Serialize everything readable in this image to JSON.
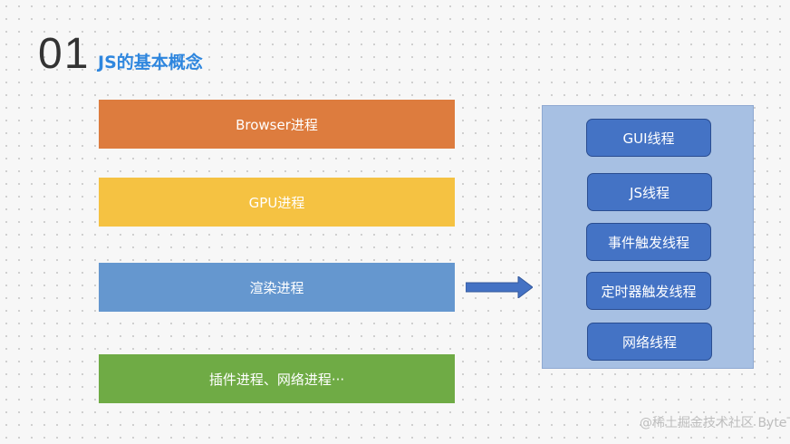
{
  "section": {
    "number": "01",
    "title": "JS的基本概念"
  },
  "processes": [
    {
      "label": "Browser进程",
      "color": "#dd7c3e"
    },
    {
      "label": "GPU进程",
      "color": "#f5c242"
    },
    {
      "label": "渲染进程",
      "color": "#6597cf"
    },
    {
      "label": "插件进程、网络进程···",
      "color": "#6fab45"
    }
  ],
  "threads": [
    {
      "label": "GUI线程"
    },
    {
      "label": "JS线程"
    },
    {
      "label": "事件触发线程"
    },
    {
      "label": "定时器触发线程"
    },
    {
      "label": "网络线程"
    }
  ],
  "colors": {
    "thread_box": "#4473c5",
    "panel": "#a7c0e3",
    "arrow": "#4472c4",
    "title": "#2e86de"
  },
  "watermark": "@稀土掘金技术社区 ByteTech"
}
